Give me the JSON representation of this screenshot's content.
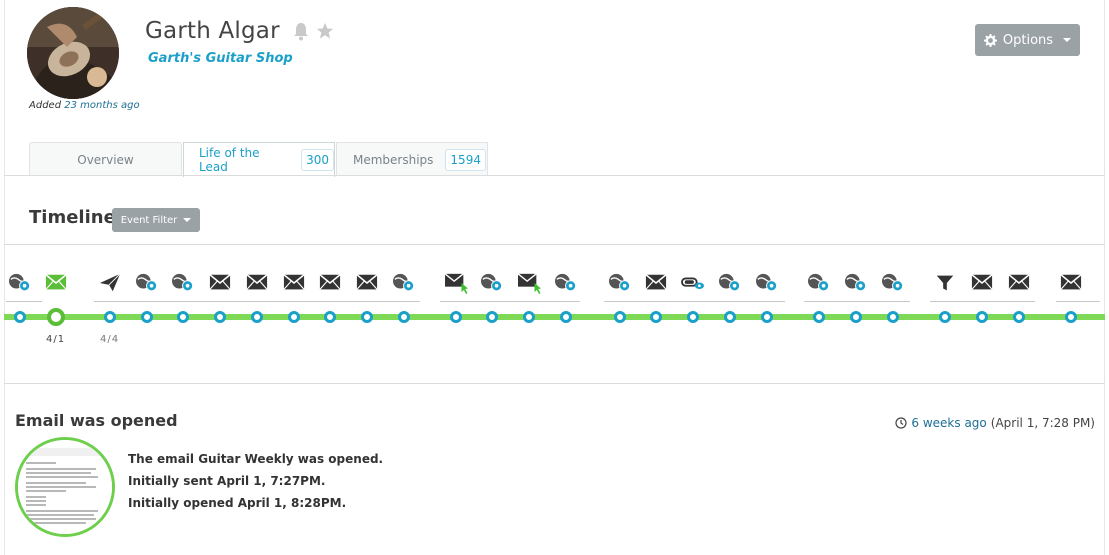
{
  "contact": {
    "name": "Garth Algar",
    "company": "Garth's Guitar Shop",
    "added_prefix": "Added ",
    "added_ago": "23 months ago"
  },
  "header_icons": [
    "bell-icon",
    "star-icon"
  ],
  "options_label": "Options",
  "tabs": [
    {
      "label": "Overview"
    },
    {
      "label": "Life of the Lead",
      "count": "300",
      "active": true
    },
    {
      "label": "Memberships",
      "count": "1594"
    }
  ],
  "timeline": {
    "title": "Timeline",
    "filter_label": "Event Filter",
    "events": [
      "web-visit-icon",
      "email-opened-icon",
      "send-icon",
      "web-visit-icon",
      "web-visit-icon",
      "email-icon",
      "email-icon",
      "email-icon",
      "email-icon",
      "email-icon",
      "web-visit-icon",
      "email-click-icon",
      "web-visit-icon",
      "email-click-icon",
      "web-visit-icon",
      "web-visit-icon",
      "email-icon",
      "view-icon",
      "web-visit-icon",
      "web-visit-icon",
      "web-visit-icon",
      "web-visit-icon",
      "web-visit-icon",
      "filter-icon",
      "email-icon",
      "email-icon",
      "email-icon"
    ],
    "date_labels": [
      "4/1",
      "4/4"
    ]
  },
  "detail": {
    "title": "Email was opened",
    "time_ago": "6 weeks ago",
    "time_full": "(April 1, 7:28 PM)",
    "lines": [
      "The email Guitar Weekly was opened.",
      "Initially sent April 1, 7:27PM.",
      "Initially opened April 1, 8:28PM."
    ]
  },
  "colors": {
    "accent": "#1aa0c9",
    "track": "#7ed957",
    "button": "#9aa2a6"
  }
}
